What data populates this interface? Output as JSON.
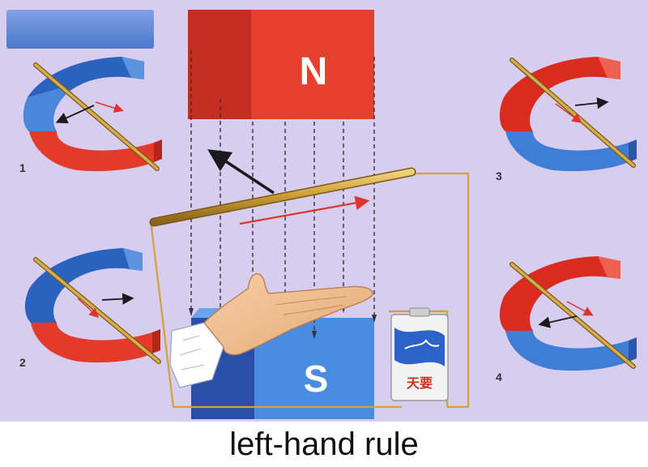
{
  "caption": "left-hand rule",
  "main_magnet": {
    "north_label": "N",
    "south_label": "S"
  },
  "small_diagrams": [
    {
      "number": "1"
    },
    {
      "number": "2"
    },
    {
      "number": "3"
    },
    {
      "number": "4"
    }
  ],
  "battery_label": "天要",
  "colors": {
    "background": "#d5cbee",
    "north": "#e53a2a",
    "south": "#3f7ed8",
    "rod": "#c9a13d",
    "wire": "#d7a235",
    "arrow_force": "#1a1a1a",
    "arrow_current": "#e0342a",
    "header_box": "#5b86d6"
  },
  "icons": [
    "horseshoe-magnet-icon",
    "hand-icon",
    "battery-icon"
  ]
}
